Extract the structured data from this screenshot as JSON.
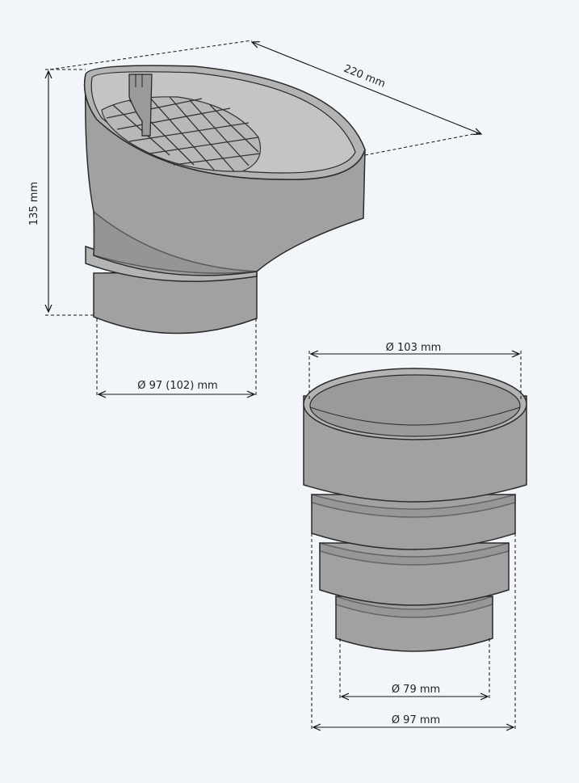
{
  "dimensions": {
    "outlet_width": "220 mm",
    "outlet_height": "135 mm",
    "outlet_diameter": "Ø 97 (102) mm",
    "adapter_top_diameter": "Ø 103 mm",
    "adapter_small_diameter": "Ø 79 mm",
    "adapter_base_diameter": "Ø 97 mm"
  },
  "colors": {
    "background": "#f2f6fa",
    "part_fill": "#a1a1a1",
    "outline": "#2b2b2b"
  }
}
